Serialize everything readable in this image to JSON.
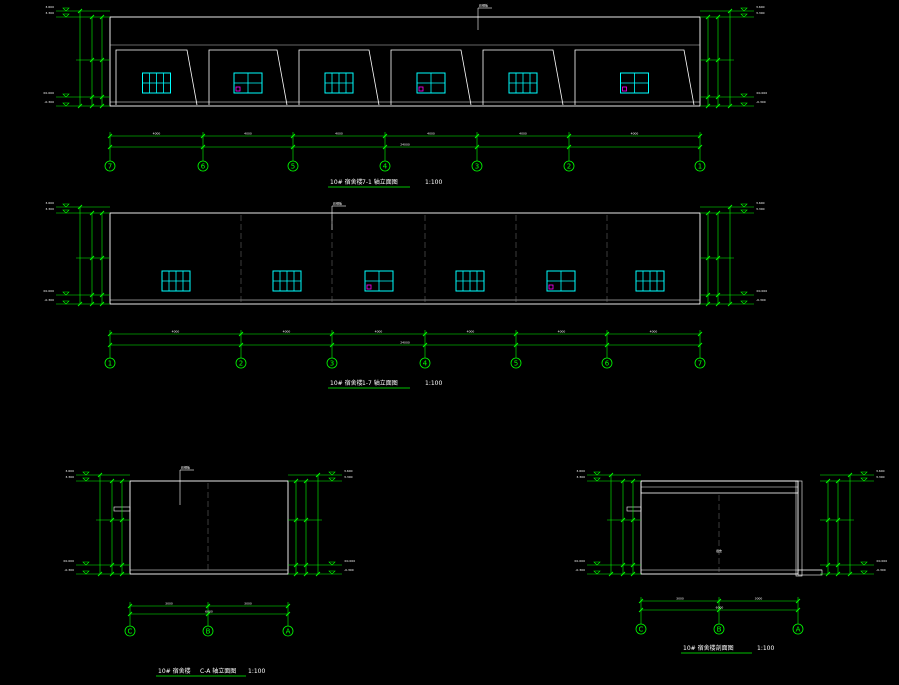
{
  "sheet": {
    "views": [
      {
        "id": "front",
        "title": "10# 宿舍楼",
        "subtitle": "7-1 轴立面图",
        "scale": "1:100",
        "axes": [
          "7",
          "6",
          "5",
          "4",
          "3",
          "2",
          "1"
        ],
        "dims": [
          "4000",
          "4000",
          "4000",
          "4000",
          "4000",
          "4000"
        ],
        "total": "24000",
        "callout": "彩钢板",
        "window_colors": [
          "#00ffff",
          "#ff00ff"
        ]
      },
      {
        "id": "back",
        "title": "10# 宿舍楼",
        "subtitle": "1-7 轴立面图",
        "scale": "1:100",
        "axes": [
          "1",
          "2",
          "3",
          "4",
          "5",
          "6",
          "7"
        ],
        "dims": [
          "4000",
          "4000",
          "4000",
          "4000",
          "4000",
          "4000"
        ],
        "total": "24000",
        "callout": "彩钢板"
      },
      {
        "id": "side",
        "title": "10# 宿舍楼",
        "subtitle": "C-A 轴立面图",
        "scale": "1:100",
        "axes": [
          "C",
          "B",
          "A"
        ],
        "dims": [
          "3000",
          "3000"
        ],
        "total": "6000",
        "callout": "彩钢板"
      },
      {
        "id": "section",
        "title": "10# 宿舍楼剖面图",
        "scale": "1:100",
        "axes": [
          "C",
          "B",
          "A"
        ],
        "dims": [
          "3000",
          "3000"
        ],
        "total": "6000",
        "callout": "宿舍"
      }
    ],
    "elevations": [
      "3.600",
      "3.300",
      "0.300",
      "±0.000",
      "-0.300"
    ],
    "colors": {
      "background": "#000000",
      "outline": "#ffffff",
      "dimension": "#00ff00",
      "window": "#00ffff",
      "marker": "#ff00ff"
    }
  }
}
